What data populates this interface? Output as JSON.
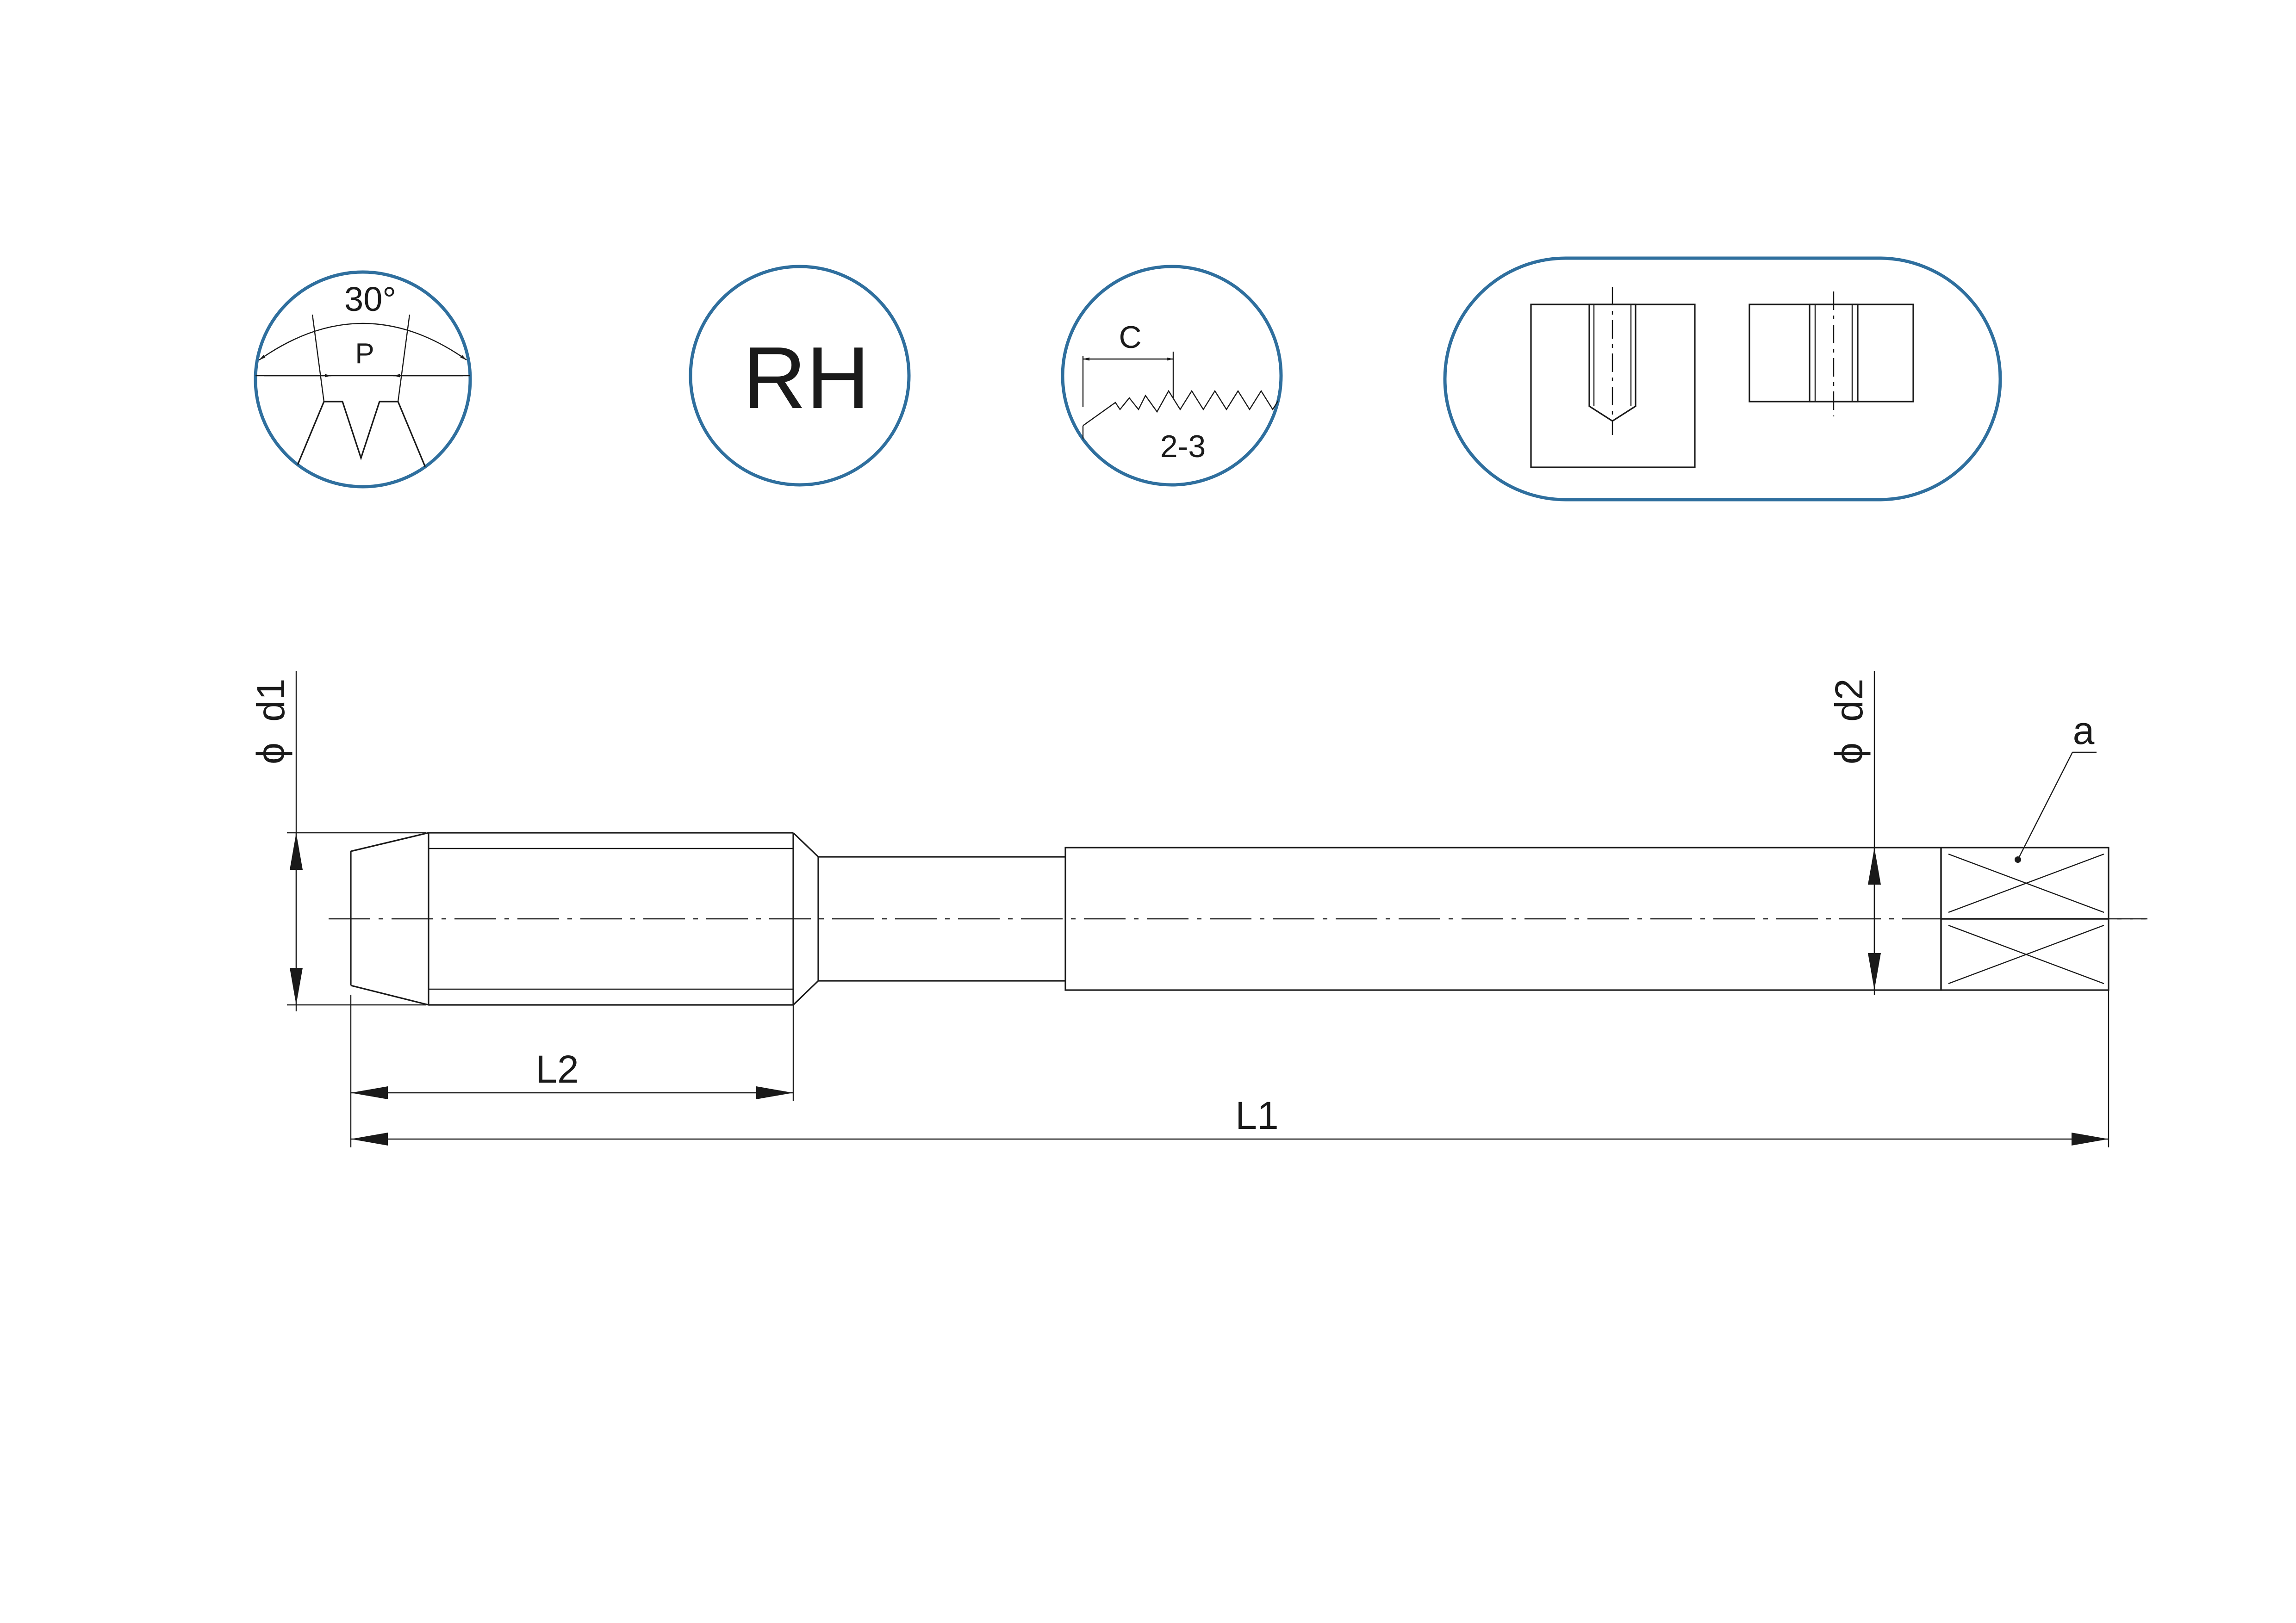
{
  "icons": {
    "thread_profile": {
      "angle_label": "30°",
      "pitch_label": "P"
    },
    "hand": {
      "label": "RH"
    },
    "chamfer": {
      "length_label": "C",
      "threads_label": "2-3"
    },
    "hole_types": {
      "blind": "blind-hole-icon",
      "through": "through-hole-icon"
    }
  },
  "dimensions": {
    "d1": "d1",
    "d2": "d2",
    "diameter_symbol": "ϕ",
    "L1": "L1",
    "L2": "L2",
    "square": "a"
  },
  "colors": {
    "frame": "#2f6f9e",
    "line": "#1a1a1a"
  }
}
